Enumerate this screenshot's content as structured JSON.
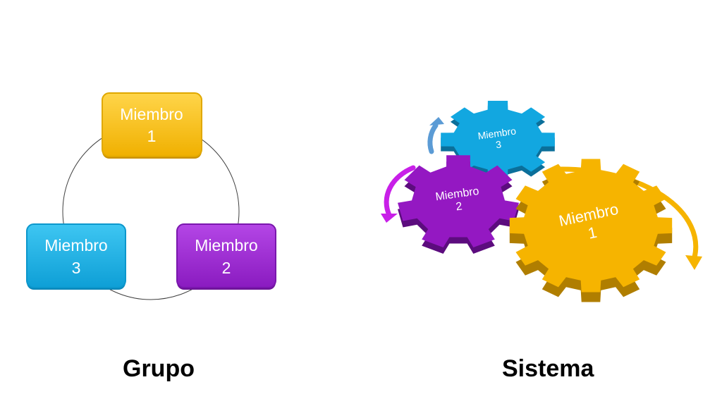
{
  "grupo": {
    "caption": "Grupo",
    "members": [
      {
        "line1": "Miembro",
        "line2": "1",
        "color": "#FFC000"
      },
      {
        "line1": "Miembro",
        "line2": "2",
        "color": "#A12DD9"
      },
      {
        "line1": "Miembro",
        "line2": "3",
        "color": "#19B5EA"
      }
    ]
  },
  "sistema": {
    "caption": "Sistema",
    "gears": [
      {
        "line1": "Miembro",
        "line2": "1",
        "color": "#F6B400"
      },
      {
        "line1": "Miembro",
        "line2": "2",
        "color": "#9418C2"
      },
      {
        "line1": "Miembro",
        "line2": "3",
        "color": "#12A7E0"
      }
    ],
    "arrow_colors": [
      "#F6B400",
      "#C81FE8",
      "#5B9BD5"
    ]
  }
}
